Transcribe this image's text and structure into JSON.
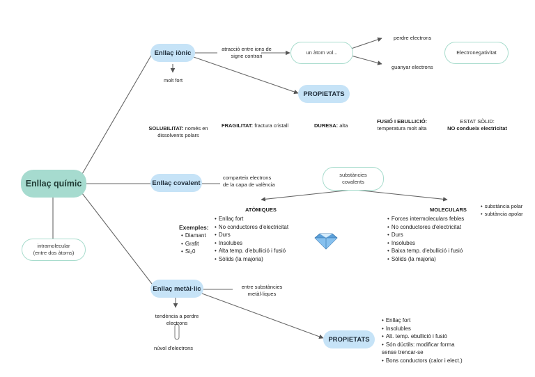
{
  "root": "Enllaç químic",
  "intramolecular": "intramolecular\n(entre dos àtoms)",
  "ionic": {
    "title": "Enllaç iònic",
    "attraction": "atracció entre ions de\nsigne contrari",
    "atom": "un àtom vol...",
    "lose": "perdre electrons",
    "gain": "guanyar electrons",
    "electroneg": "Electronegativitat",
    "strong": "molt fort",
    "propietats": "PROPIETATS",
    "solubility_label": "SOLUBILITAT:",
    "solubility_text": " només en\ndissolvents polars",
    "fragility_label": "FRAGILITAT:",
    "fragility_text": " fractura cristall",
    "hardness_label": "DURESA:",
    "hardness_text": " alta",
    "fusion_label": "FUSIÓ I EBULLICIÓ:",
    "fusion_text": "temperatura molt alta",
    "solid_line1": "ESTAT SÒLID:",
    "solid_line2": "NO condueix electricitat"
  },
  "covalent": {
    "title": "Enllaç covalent",
    "shares": "comparteix electrons\nde la capa de valència",
    "substances": "substàncies\ncovalents",
    "atomic_title": "ATÒMIQUES",
    "molecular_title": "MOLECULARS",
    "examples_label": "Exemples:",
    "examples": [
      "Diamant",
      "Grafit",
      "Si₂0"
    ],
    "atomic_props": [
      "Enllaç fort",
      "No conductores d'electricitat",
      "Durs",
      "Insolubes",
      "Alta temp. d'ebullició i fusió",
      "Sòlids (la majoria)"
    ],
    "molecular_props": [
      "Forces intermoleculars febles",
      "No conductores d'electricitat",
      "Durs",
      "Insolubes",
      "Baixa temp. d'ebullició i fusió",
      "Sòlids (la majoria)"
    ],
    "polarity": [
      "substància polar",
      "subtància apolar"
    ]
  },
  "metallic": {
    "title": "Enllaç metàl·lic",
    "between": "entre substàncies\nmetàl·liques",
    "tendency": "tendència a perdre\nelectrons",
    "cloud": "núvol d'electrons",
    "propietats": "PROPIETATS",
    "props": [
      "Enllaç fort",
      "Insolubles",
      "Alt. temp. ebullició i fusió",
      "Són dúctils: modificar forma\nsense trencar-se",
      "Bons conductors (calor i elect.)"
    ]
  }
}
